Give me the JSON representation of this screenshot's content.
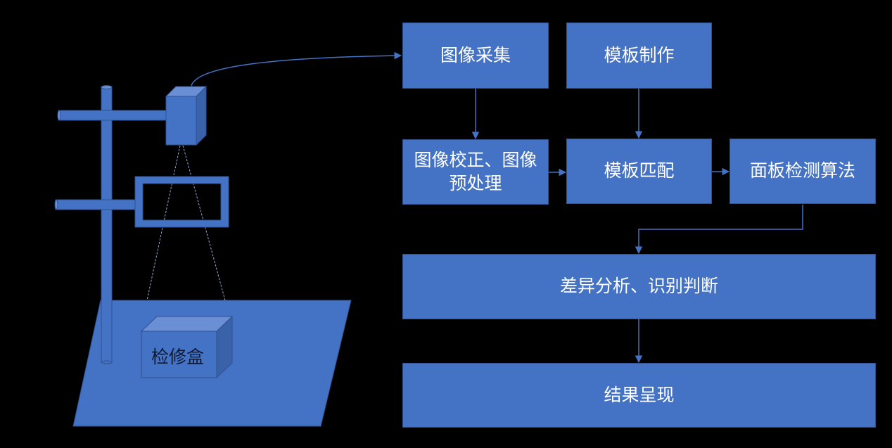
{
  "colors": {
    "background": "#000000",
    "fill": "#4472c4",
    "stroke": "#2f528f",
    "box_top": "#6a8fd4",
    "box_side": "#3a62a8",
    "connector": "#4472c4",
    "ray": "#8fa8d8",
    "text_light": "#ffffff",
    "text_dark": "#0e1a33"
  },
  "apparatus": {
    "box_label": "检修盒",
    "icons": [
      "camera-box",
      "stand-pole",
      "upper-arm",
      "lower-arm",
      "lens-frame",
      "platform",
      "inspection-box",
      "camera-rays"
    ]
  },
  "flow": {
    "nodes": [
      {
        "id": "acquire",
        "label": "图像采集"
      },
      {
        "id": "template_make",
        "label": "模板制作"
      },
      {
        "id": "preprocess",
        "label": "图像校正、图像预处理"
      },
      {
        "id": "template_match",
        "label": "模板匹配"
      },
      {
        "id": "panel_detect",
        "label": "面板检测算法"
      },
      {
        "id": "diff_analysis",
        "label": "差异分析、识别判断"
      },
      {
        "id": "result",
        "label": "结果呈现"
      }
    ],
    "edges": [
      {
        "from": "camera",
        "to": "acquire"
      },
      {
        "from": "acquire",
        "to": "preprocess"
      },
      {
        "from": "template_make",
        "to": "template_match"
      },
      {
        "from": "preprocess",
        "to": "template_match"
      },
      {
        "from": "template_match",
        "to": "panel_detect"
      },
      {
        "from": "panel_detect",
        "to": "diff_analysis"
      },
      {
        "from": "diff_analysis",
        "to": "result"
      }
    ]
  }
}
